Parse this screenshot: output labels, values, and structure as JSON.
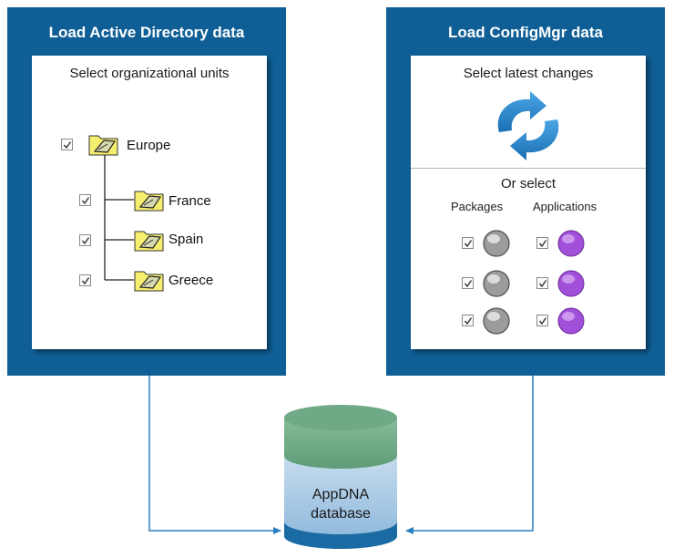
{
  "ad_panel": {
    "title": "Load Active Directory data",
    "subtitle": "Select organizational units",
    "root": {
      "label": "Europe",
      "checked": true
    },
    "children": [
      {
        "label": "France",
        "checked": true
      },
      {
        "label": "Spain",
        "checked": true
      },
      {
        "label": "Greece",
        "checked": true
      }
    ]
  },
  "cm_panel": {
    "title": "Load ConfigMgr data",
    "subtitle": "Select latest changes",
    "or_select": "Or select",
    "col_packages": "Packages",
    "col_applications": "Applications",
    "rows": 3
  },
  "database": {
    "line1": "AppDNA",
    "line2": "database"
  },
  "colors": {
    "panel": "#0f5f96",
    "arrow": "#2a7fc1",
    "package_dot": "#9c9c9c",
    "application_dot": "#a24fd9",
    "db_top": "#6fa985",
    "db_mid": "#a9c9e4",
    "db_bottom": "#1a6aa3"
  }
}
